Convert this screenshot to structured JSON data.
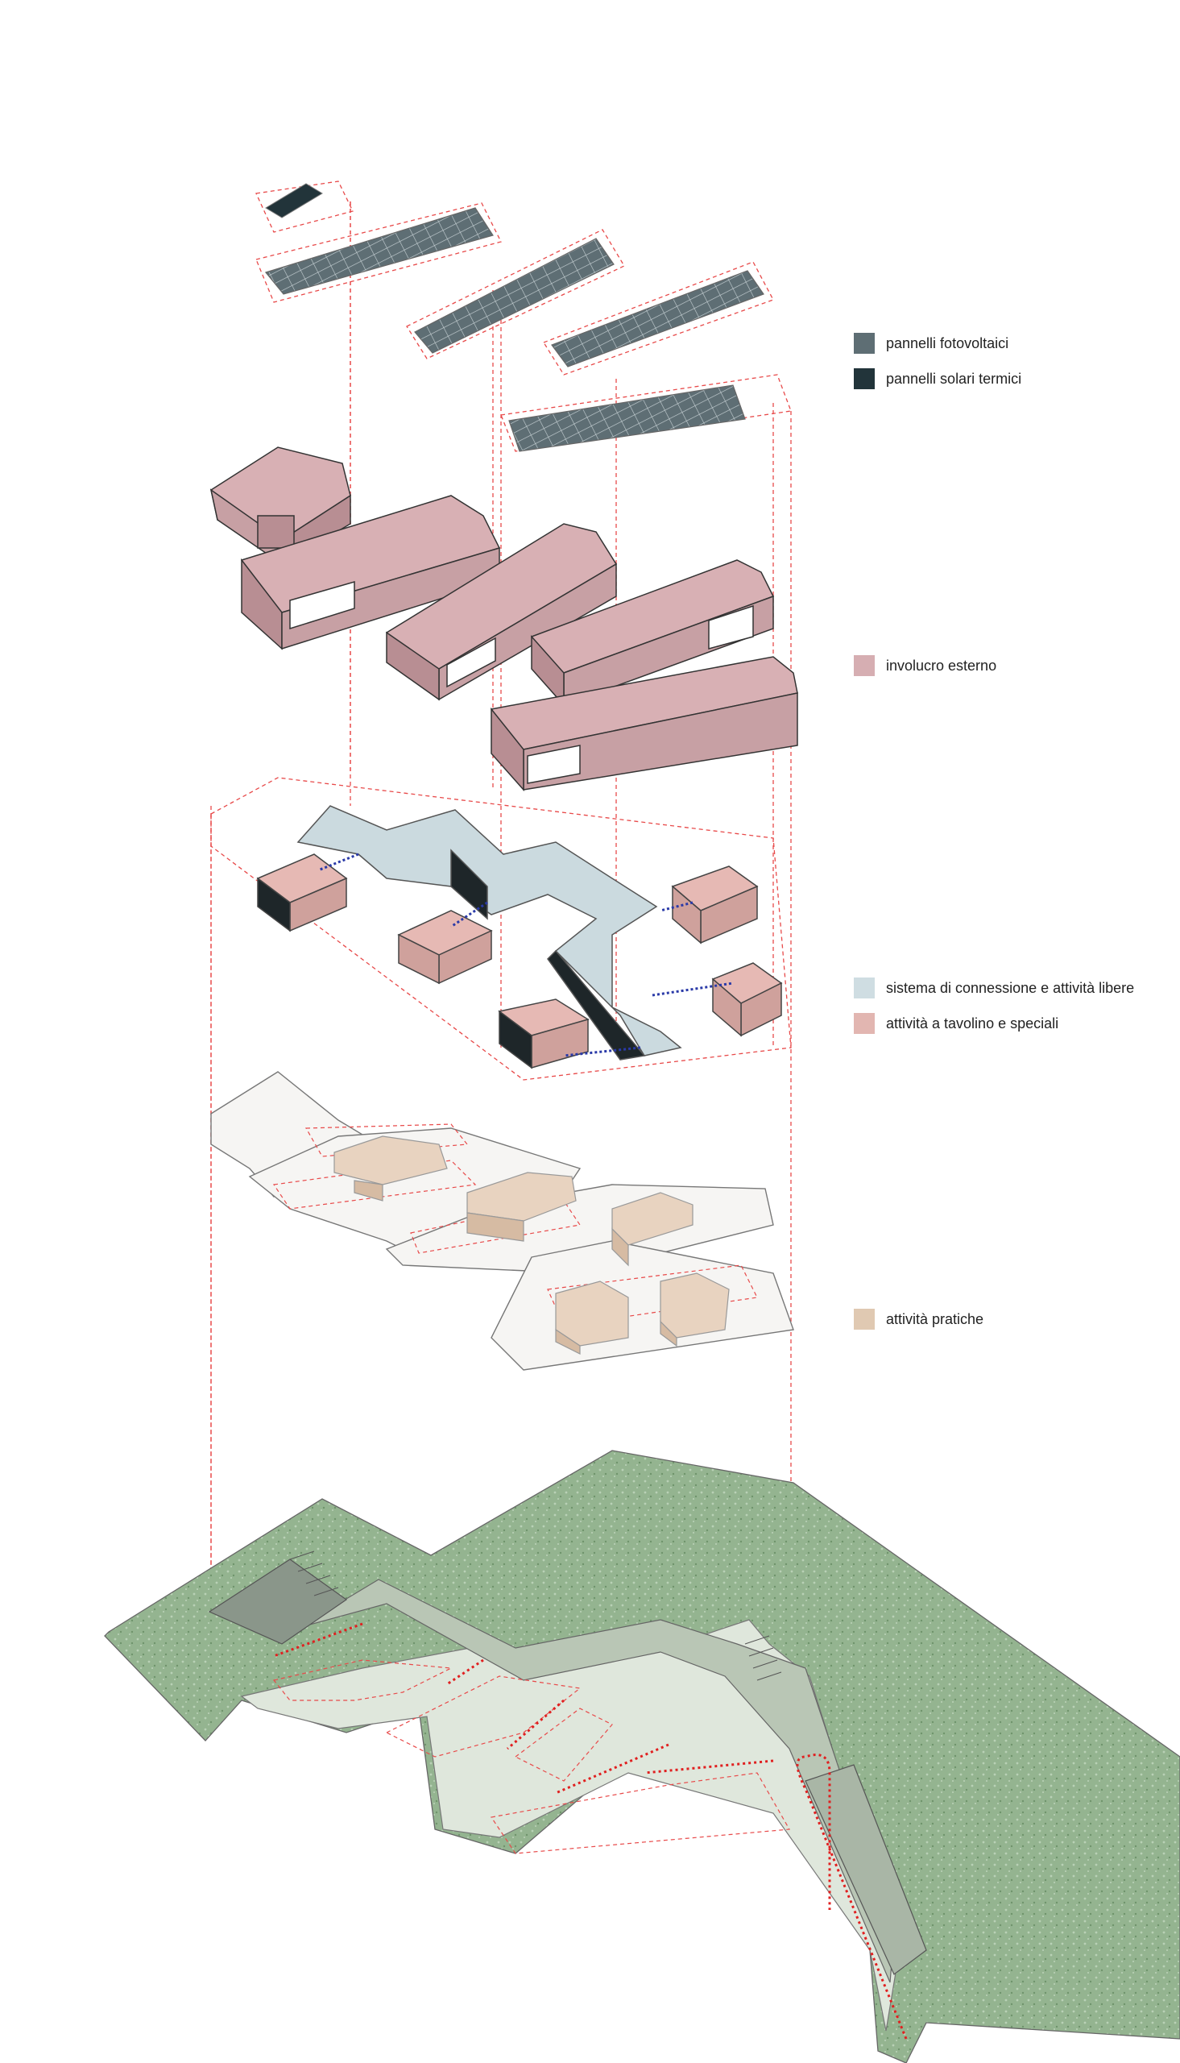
{
  "legend": {
    "items": [
      {
        "key": "pv",
        "label": "pannelli fotovoltaici",
        "color": "#5e6e74"
      },
      {
        "key": "thermal",
        "label": "pannelli solari termici",
        "color": "#22343a"
      },
      {
        "key": "envelope",
        "label": "involucro esterno",
        "color": "#d6aeb2"
      },
      {
        "key": "connection",
        "label": "sistema di connessione e attività libere",
        "color": "#cfdde2"
      },
      {
        "key": "desk",
        "label": "attività a tavolino e speciali",
        "color": "#e2b6b1"
      },
      {
        "key": "practical",
        "label": "attività pratiche",
        "color": "#e0c9b2"
      }
    ]
  },
  "layers": [
    {
      "name": "solar-panels-layer"
    },
    {
      "name": "envelope-layer"
    },
    {
      "name": "connection-layer"
    },
    {
      "name": "floor-plan-layer"
    },
    {
      "name": "terrain-layer"
    }
  ],
  "colors": {
    "guide": "#e84a4a",
    "arrow_blue": "#2a3aa8",
    "arrow_red": "#e02020",
    "terrain": "#94b490",
    "terrain_dark": "#7fa27c",
    "floor": "#f6f5f3"
  }
}
